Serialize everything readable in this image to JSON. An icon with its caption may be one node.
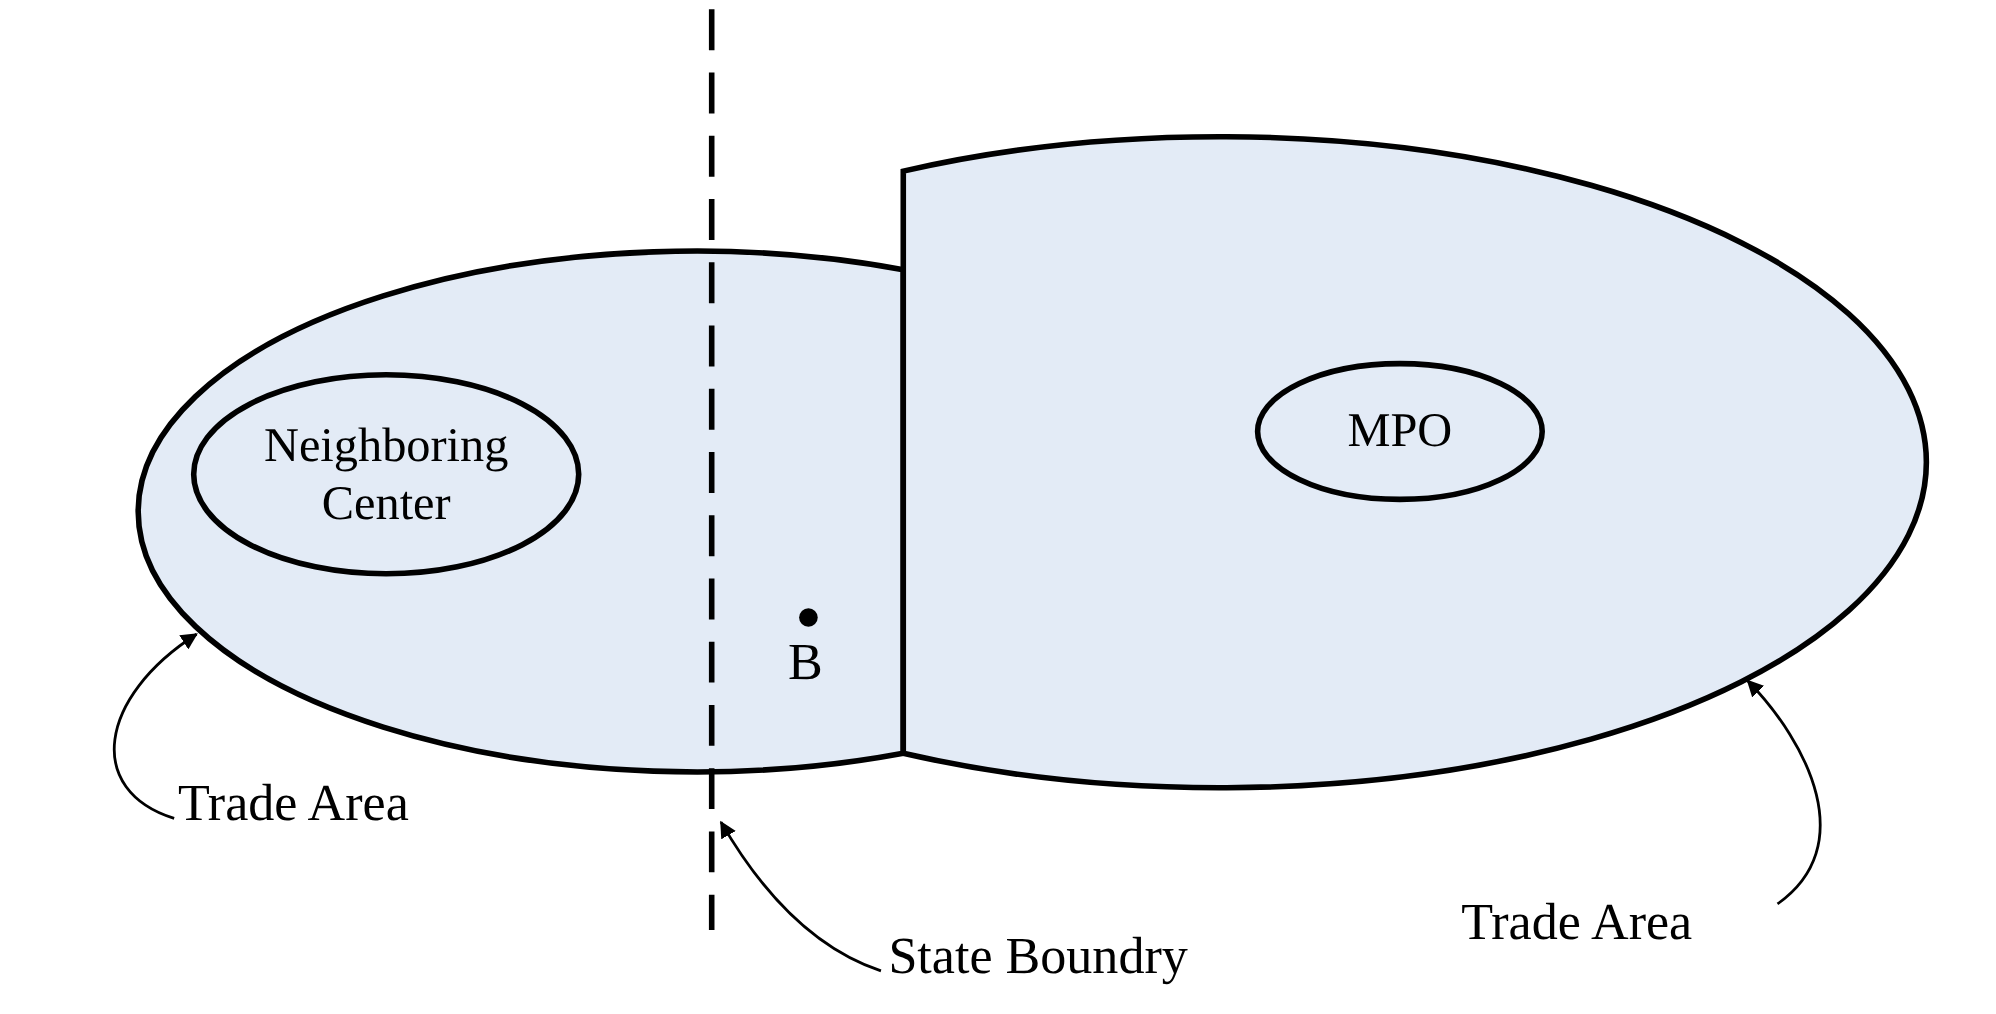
{
  "diagram": {
    "nodes": [
      {
        "text": [],
        "shape": "ellipse"
      },
      {
        "text": [],
        "shape": "ellipse"
      },
      {
        "text": [
          "Neighboring Center"
        ],
        "in": 0
      },
      {
        "text": [
          "MPO"
        ],
        "in": 1
      },
      {
        "text": [
          "Trade Area"
        ]
      },
      {
        "text": [
          "Trade Area"
        ]
      },
      {
        "text": [
          "State Boundry"
        ]
      },
      {
        "text": [],
        "shape": "line"
      }
    ],
    "edges": [
      {
        "from": 4,
        "to": 0,
        "arrow": "to"
      },
      {
        "from": 5,
        "to": 1,
        "arrow": "to"
      },
      {
        "from": 6,
        "to": 7,
        "arrow": "to"
      }
    ],
    "labels": [
      "B"
    ]
  }
}
